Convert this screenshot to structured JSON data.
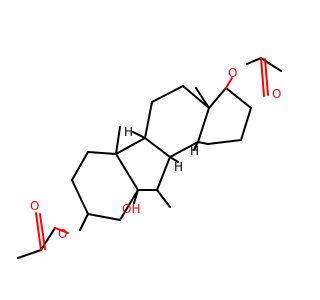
{
  "structure": {
    "atoms": {
      "o_ring_bottom": "O",
      "o_carbonyl_left": "O",
      "o_ring_top": "O",
      "o_carbonyl_right": "O",
      "hydroxyl": "OH",
      "h_left": "H",
      "h_center": "H",
      "h_right": "H"
    },
    "colors": {
      "bond": "#000000",
      "oxygen": "#ff0000"
    }
  }
}
